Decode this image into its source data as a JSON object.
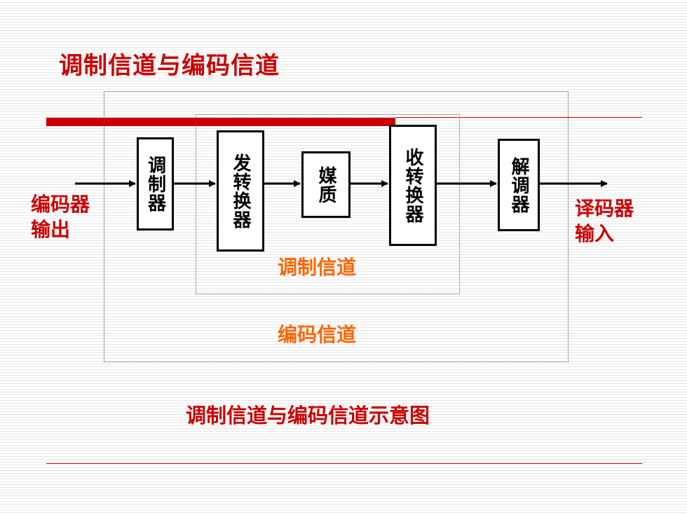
{
  "colors": {
    "red": "#cc0000",
    "orange": "#ff6600",
    "title_red": "#cc0000",
    "caption_red": "#cc0000"
  },
  "title": "调制信道与编码信道",
  "diagram": {
    "blocks": {
      "modulator": "调制器",
      "transmit_converter": "发转换器",
      "medium": "媒质",
      "receive_converter": "收转换器",
      "demodulator": "解调器"
    },
    "input_label": {
      "line1": "编码器",
      "line2": "输出"
    },
    "output_label": {
      "line1": "译码器",
      "line2": "输入"
    },
    "modulation_channel_label": "调制信道",
    "coding_channel_label": "编码信道"
  },
  "caption": "调制信道与编码信道示意图"
}
